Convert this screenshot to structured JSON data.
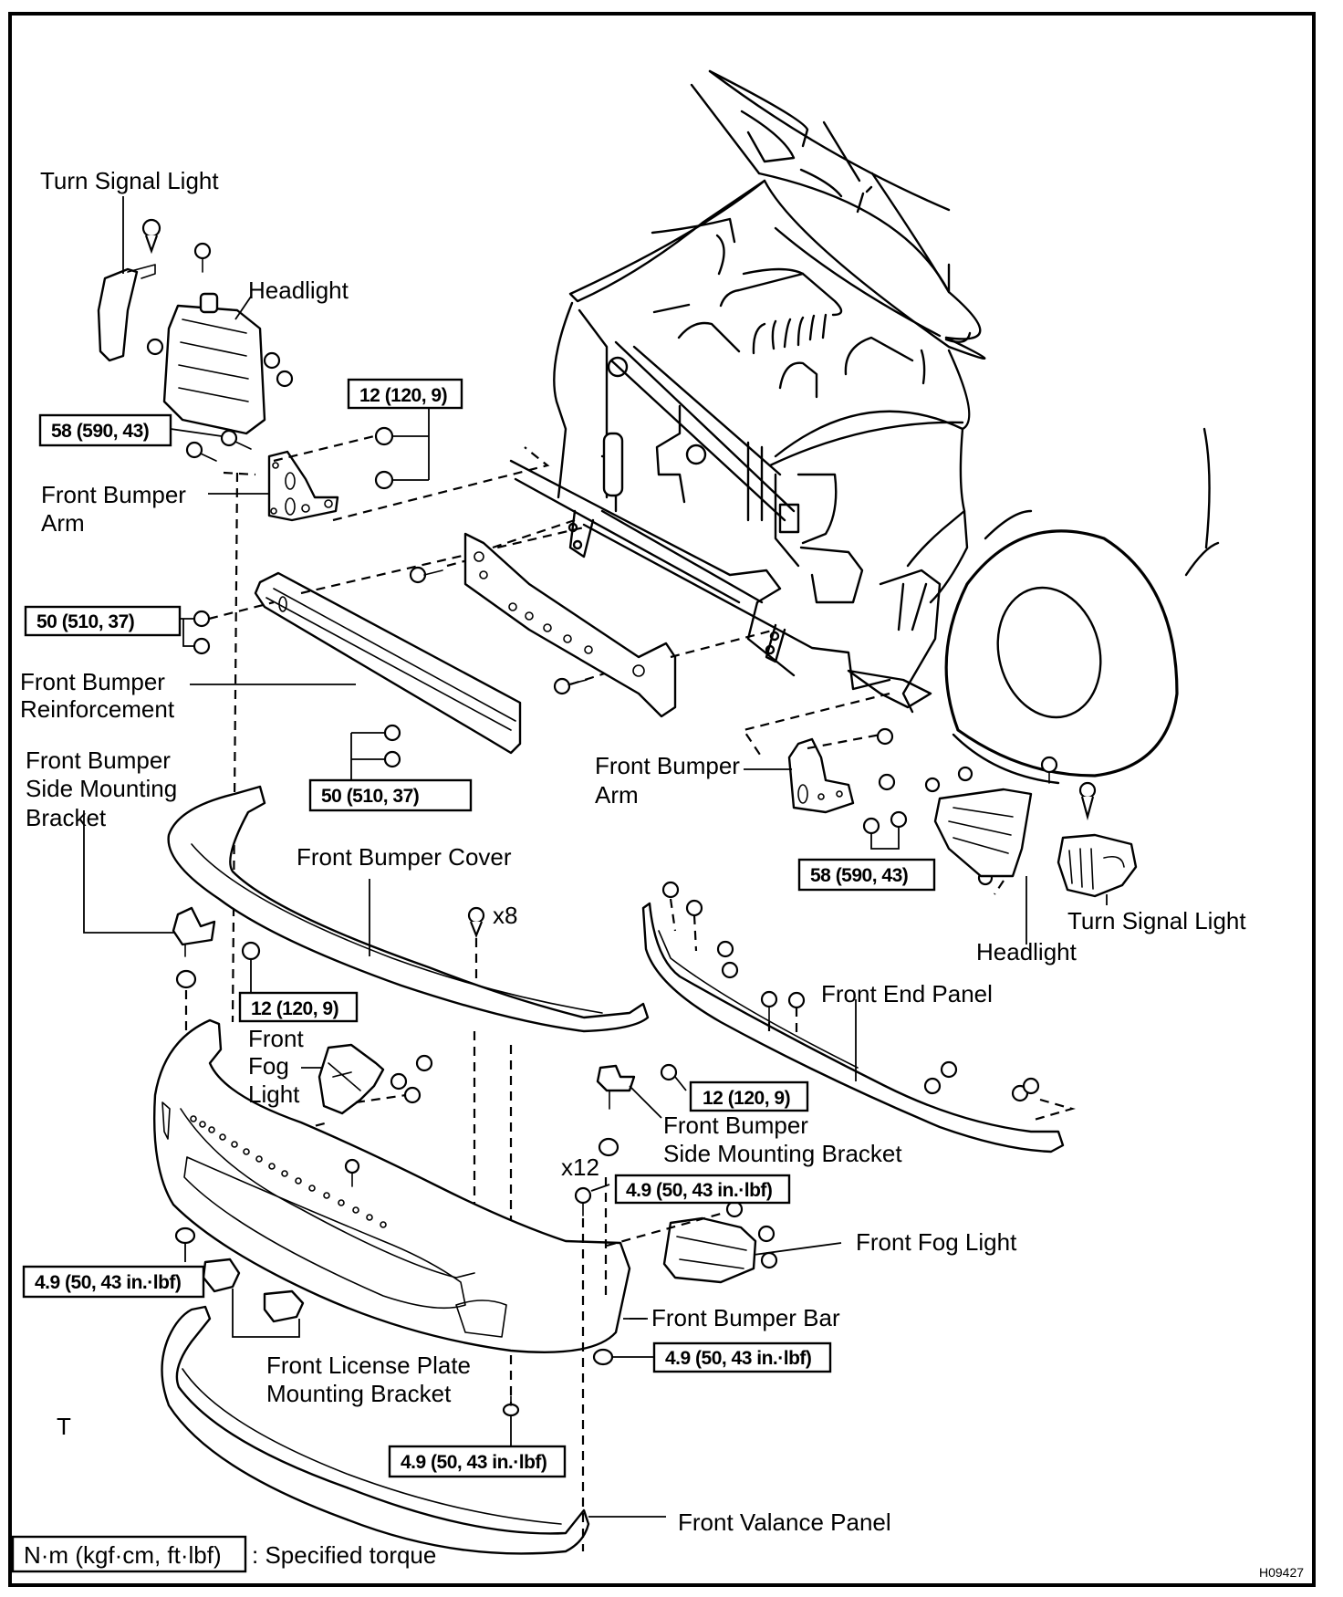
{
  "diagram": {
    "figure_code": "H09427",
    "corner_mark": "T",
    "legend": {
      "unit_box": "N·m (kgf·cm, ft·lbf)",
      "unit_meaning": ": Specified torque"
    },
    "labels": {
      "turn_signal_light_left": "Turn Signal Light",
      "headlight_left": "Headlight",
      "front_bumper_arm_left_1": "Front Bumper",
      "front_bumper_arm_left_2": "Arm",
      "front_bumper_reinforcement_1": "Front Bumper",
      "front_bumper_reinforcement_2": "Reinforcement",
      "side_mounting_bracket_left_1": "Front Bumper",
      "side_mounting_bracket_left_2": "Side Mounting",
      "side_mounting_bracket_left_3": "Bracket",
      "front_bumper_cover": "Front Bumper Cover",
      "clip_count_cover": "x8",
      "front_fog_light_left_1": "Front",
      "front_fog_light_left_2": "Fog",
      "front_fog_light_left_3": "Light",
      "front_bumper_arm_right_1": "Front Bumper",
      "front_bumper_arm_right_2": "Arm",
      "headlight_right": "Headlight",
      "turn_signal_light_right": "Turn Signal Light",
      "front_end_panel": "Front End Panel",
      "side_mounting_bracket_right_1": "Front Bumper",
      "side_mounting_bracket_right_2": "Side Mounting Bracket",
      "bolt_count_bar": "x12",
      "front_fog_light_right": "Front Fog Light",
      "front_bumper_bar": "Front Bumper Bar",
      "license_plate_bracket_1": "Front License Plate",
      "license_plate_bracket_2": "Mounting Bracket",
      "front_valance_panel": "Front Valance Panel"
    },
    "torque_specs": {
      "arm_bolt_left": "58 (590, 43)",
      "arm_nut_left": "12 (120, 9)",
      "reinforcement_nut_left": "50 (510, 37)",
      "reinforcement_nut_center": "50 (510, 37)",
      "arm_bolt_right": "58 (590, 43)",
      "side_bracket_nut_left": "12 (120, 9)",
      "side_bracket_nut_right": "12 (120, 9)",
      "bar_bolt_x12": "4.9 (50, 43 in.·lbf)",
      "license_bracket_nut": "4.9 (50, 43 in.·lbf)",
      "bar_nut_right": "4.9 (50, 43 in.·lbf)",
      "valance_bolt": "4.9 (50, 43 in.·lbf)"
    }
  }
}
